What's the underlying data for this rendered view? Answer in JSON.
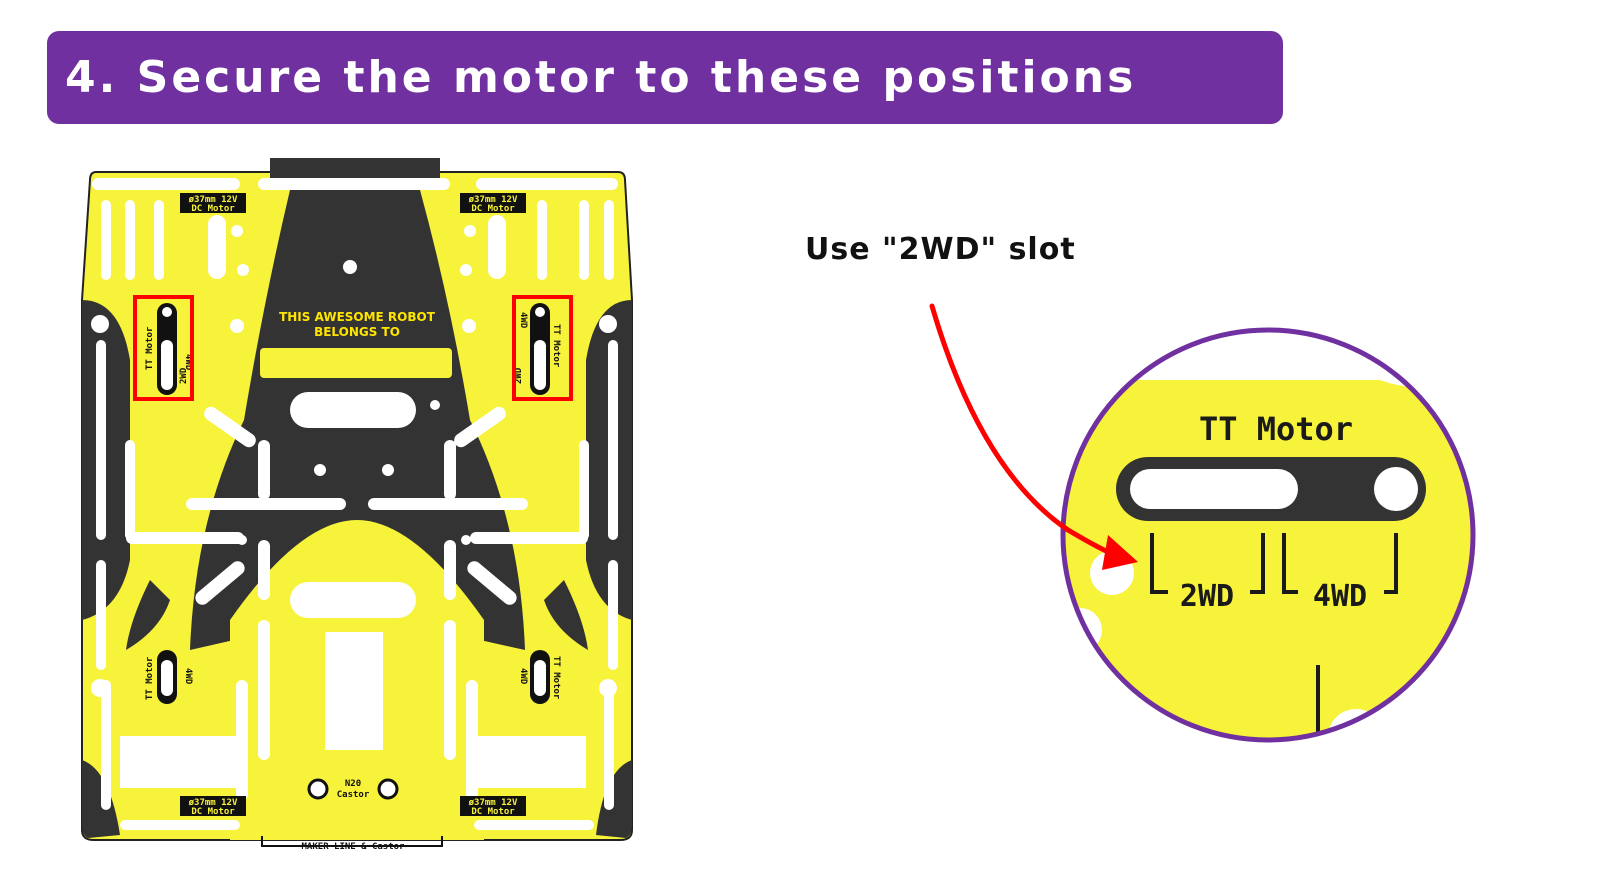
{
  "title": "4. Secure the motor to these positions",
  "callout": "Use \"2WD\" slot",
  "board": {
    "motor_mount_label_top_left": "ø37mm 12V",
    "motor_mount_label_top_left_2": "DC Motor",
    "motor_mount_label_top_right": "ø37mm 12V",
    "motor_mount_label_top_right_2": "DC Motor",
    "motor_mount_label_bottom_left": "ø37mm 12V",
    "motor_mount_label_bottom_left_2": "DC Motor",
    "motor_mount_label_bottom_right": "ø37mm 12V",
    "motor_mount_label_bottom_right_2": "DC Motor",
    "tt_motor": "TT Motor",
    "slot_2wd": "2WD",
    "slot_4wd": "4WD",
    "robot_line1": "THIS AWESOME ROBOT",
    "robot_line2": "BELONGS TO",
    "n20_line1": "N20",
    "n20_line2": "Castor",
    "maker_line": "MAKER LINE & Castor"
  },
  "zoom": {
    "tt_motor": "TT Motor",
    "slot_2wd": "2WD",
    "slot_4wd": "4WD"
  },
  "colors": {
    "banner": "#7030a0",
    "pcb_yellow": "#f7f23a",
    "pcb_dark": "#333333",
    "highlight_box": "#ff0000",
    "arrow": "#ff0000",
    "zoom_border": "#7030a0"
  }
}
